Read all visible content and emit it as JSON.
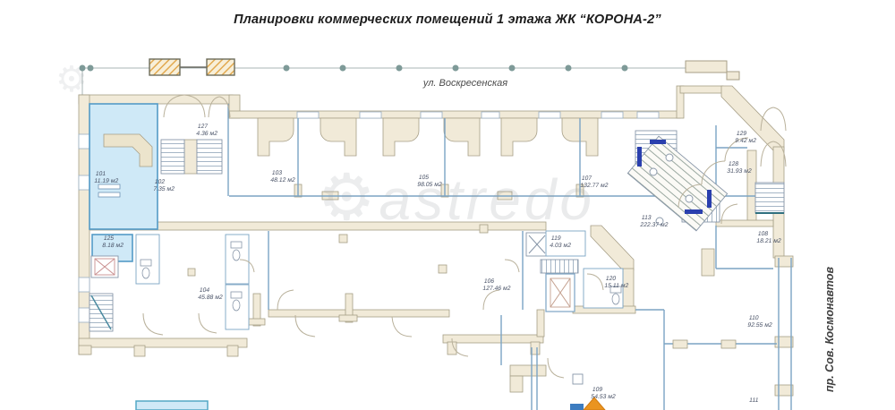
{
  "title": "Планировки коммерческих помещений 1 этажа  ЖК “КОРОНА-2”",
  "streets": {
    "top": "ул. Воскресенская",
    "right": "пр. Сов. Космонавтов"
  },
  "watermark": "astredo",
  "area_unit": "м2",
  "rooms": [
    {
      "number": "101",
      "area": "11.19 м2",
      "highlighted": true
    },
    {
      "number": "102",
      "area": "7.35 м2",
      "highlighted": false
    },
    {
      "number": "127",
      "area": "4.36 м2",
      "highlighted": false
    },
    {
      "number": "103",
      "area": "48.12 м2",
      "highlighted": false
    },
    {
      "number": "105",
      "area": "98.05 м2",
      "highlighted": false
    },
    {
      "number": "107",
      "area": "132.77 м2",
      "highlighted": false
    },
    {
      "number": "129",
      "area": "9.42 м2",
      "highlighted": false
    },
    {
      "number": "128",
      "area": "31.93 м2",
      "highlighted": false
    },
    {
      "number": "113",
      "area": "222.37 м2",
      "highlighted": false
    },
    {
      "number": "108",
      "area": "18.21 м2",
      "highlighted": false
    },
    {
      "number": "125",
      "area": "8.18 м2",
      "highlighted": true
    },
    {
      "number": "104",
      "area": "45.88 м2",
      "highlighted": false
    },
    {
      "number": "119",
      "area": "4.03 м2",
      "highlighted": false
    },
    {
      "number": "106",
      "area": "127.46 м2",
      "highlighted": false
    },
    {
      "number": "120",
      "area": "15.11 м2",
      "highlighted": false
    },
    {
      "number": "110",
      "area": "92.55 м2",
      "highlighted": false
    },
    {
      "number": "109",
      "area": "54.53 м2",
      "highlighted": false
    },
    {
      "number": "111",
      "area": "",
      "highlighted": false
    }
  ],
  "colors": {
    "highlight_fill": "#cfe9f7",
    "highlight_border": "#549bc7",
    "wall_fill": "#f1ead8",
    "wall_stroke": "#a69e86",
    "partition_blue": "#7ba4c4",
    "survey_dot": "#7e9a98",
    "hatch_orange": "#e2a94f",
    "stair_arrow_blue": "#2a3fae",
    "elevator_red": "#c98f8f",
    "marker_orange": "#ea9420",
    "marker_blue": "#3c7cc0"
  }
}
